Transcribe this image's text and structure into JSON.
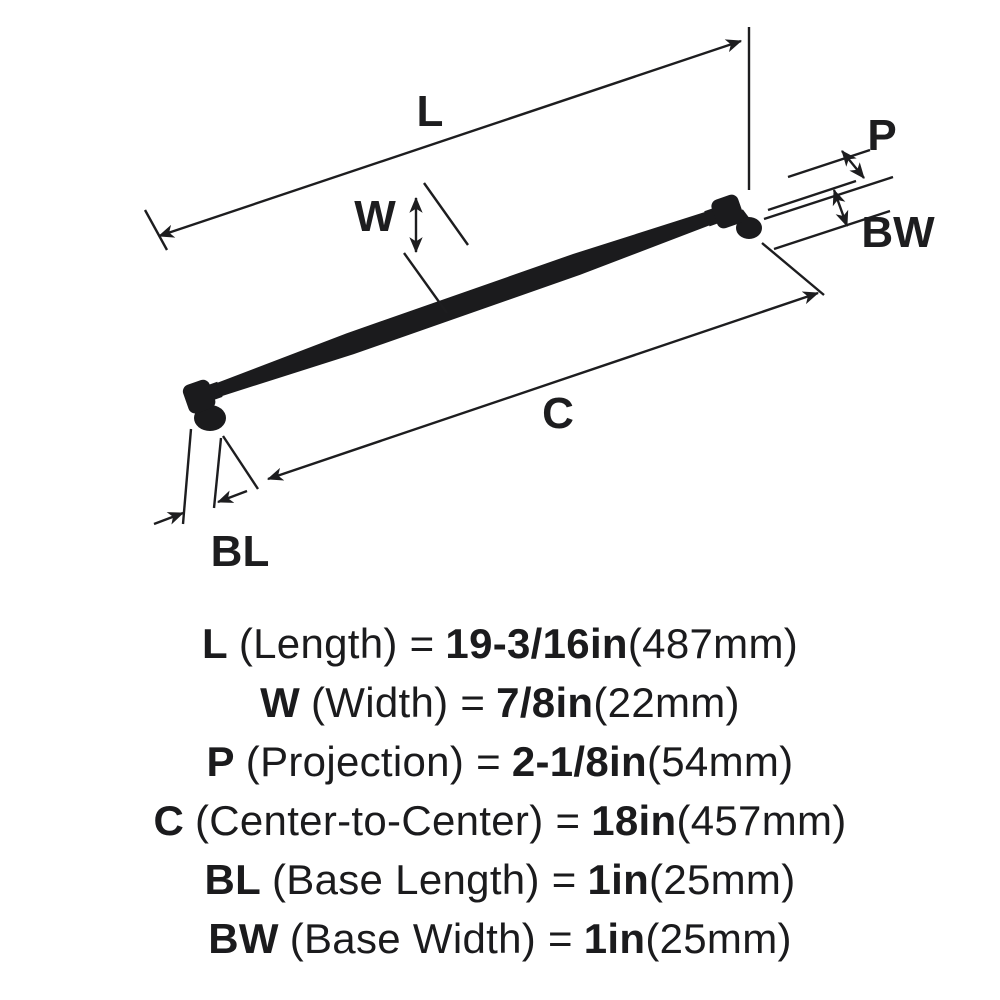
{
  "diagram": {
    "labels": {
      "L": "L",
      "W": "W",
      "P": "P",
      "C": "C",
      "BL": "BL",
      "BW": "BW"
    }
  },
  "legend": {
    "rows": [
      {
        "key": "L",
        "desc": "(Length) =",
        "value": "19-3/16in",
        "metric": "(487mm)"
      },
      {
        "key": "W",
        "desc": "(Width) =",
        "value": "7/8in",
        "metric": "(22mm)"
      },
      {
        "key": "P",
        "desc": "(Projection) =",
        "value": "2-1/8in",
        "metric": "(54mm)"
      },
      {
        "key": "C",
        "desc": "(Center-to-Center) =",
        "value": "18in",
        "metric": "(457mm)"
      },
      {
        "key": "BL",
        "desc": "(Base Length) =",
        "value": "1in",
        "metric": "(25mm)"
      },
      {
        "key": "BW",
        "desc": "(Base Width) =",
        "value": "1in",
        "metric": "(25mm)"
      }
    ]
  },
  "colors": {
    "ink": "#1d1d1f"
  }
}
